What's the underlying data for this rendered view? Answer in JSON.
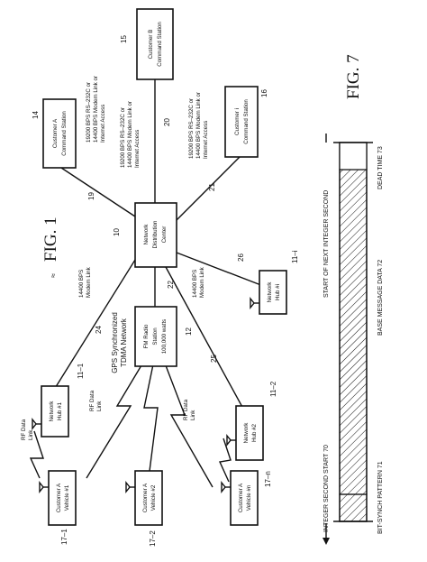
{
  "fig1": {
    "title": "FIG. 1",
    "ref": "≈",
    "nodes": {
      "ndc": {
        "label": [
          "Network",
          "Distribution",
          "Center"
        ],
        "ref": "10"
      },
      "fm": {
        "label": [
          "FM Radio",
          "Station",
          "100,000 watts"
        ],
        "ref": "12"
      },
      "custA_cmd": {
        "label": [
          "Customer A",
          "Command Station"
        ],
        "ref": "14"
      },
      "custB_cmd": {
        "label": [
          "Customer B",
          "Command Station"
        ],
        "ref": "15"
      },
      "custI_cmd": {
        "label": [
          "Customer i",
          "Command Station"
        ],
        "ref": "16"
      },
      "hub1": {
        "label": [
          "Network",
          "Hub #1"
        ],
        "ref": "11–1"
      },
      "hub2": {
        "label": [
          "Network",
          "Hub #2"
        ],
        "ref": "11–2"
      },
      "hubI": {
        "label": [
          "Network",
          "Hub #i"
        ],
        "ref": "11–i"
      },
      "veh1": {
        "label": [
          "Customer A",
          "Vehicle #1"
        ],
        "ref": "17–1"
      },
      "veh2": {
        "label": [
          "Customer A",
          "Vehicle #2"
        ],
        "ref": "17–2"
      },
      "vehN": {
        "label": [
          "Customer A",
          "Vehicle #n"
        ],
        "ref": "17–n"
      }
    },
    "links": {
      "l19": {
        "label": [
          "19200 BPS RS–232C or",
          "14400 BPS Modem Link or",
          "Internet Access"
        ],
        "ref": "19"
      },
      "l20": {
        "label": [
          "19200 BPS RS–232C or",
          "14400 BPS Modem Link or",
          "Internet Access"
        ],
        "ref": "20"
      },
      "l21": {
        "label": [
          "19200 BPS RS–232C or",
          "14400 BPS Modem Link or",
          "Internet Access"
        ],
        "ref": "21"
      },
      "l24": {
        "label": [
          "14400 BPS",
          "Modem Link"
        ],
        "ref": "24"
      },
      "l25": {
        "label": [
          "14400 BPS",
          "Modem Link"
        ],
        "ref": "25"
      },
      "l22": {
        "ref": "22"
      },
      "l26": {
        "ref": "26"
      }
    },
    "tdma": [
      "GPS Synchronized",
      "TDMA Network"
    ],
    "rf_data_link": [
      "RF Data",
      "Link"
    ]
  },
  "fig7": {
    "title": "FIG. 7",
    "labels": {
      "integer_second_start": "INTEGER SECOND START 70",
      "start_next_second": "START OF NEXT INTEGER SECOND",
      "bit_synch": "BIT-SYNCH PATTERN 71",
      "base_message": "BASE MESSAGE DATA 72",
      "dead_time": "DEAD TIME 73"
    }
  }
}
